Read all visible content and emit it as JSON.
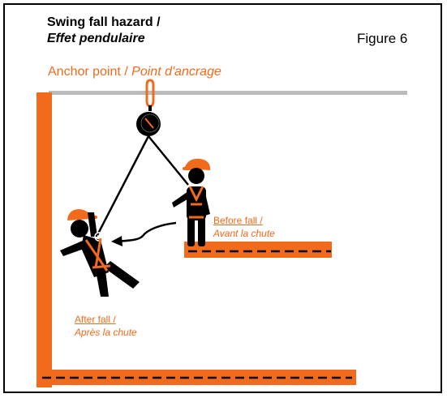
{
  "title": {
    "line1_en": "Swing fall hazard /",
    "line2_fr": "Effet pendulaire"
  },
  "figure_label": "Figure 6",
  "anchor": {
    "en": "Anchor point / ",
    "fr": "Point d'ancrage"
  },
  "before_fall": {
    "en": "Before fall /",
    "fr": "Avant la chute"
  },
  "after_fall": {
    "en": "After fall /",
    "fr": "Après la chute"
  },
  "colors": {
    "accent": "#f26a1b",
    "figure": "#000000",
    "anchor_line": "#bbbbbb"
  }
}
